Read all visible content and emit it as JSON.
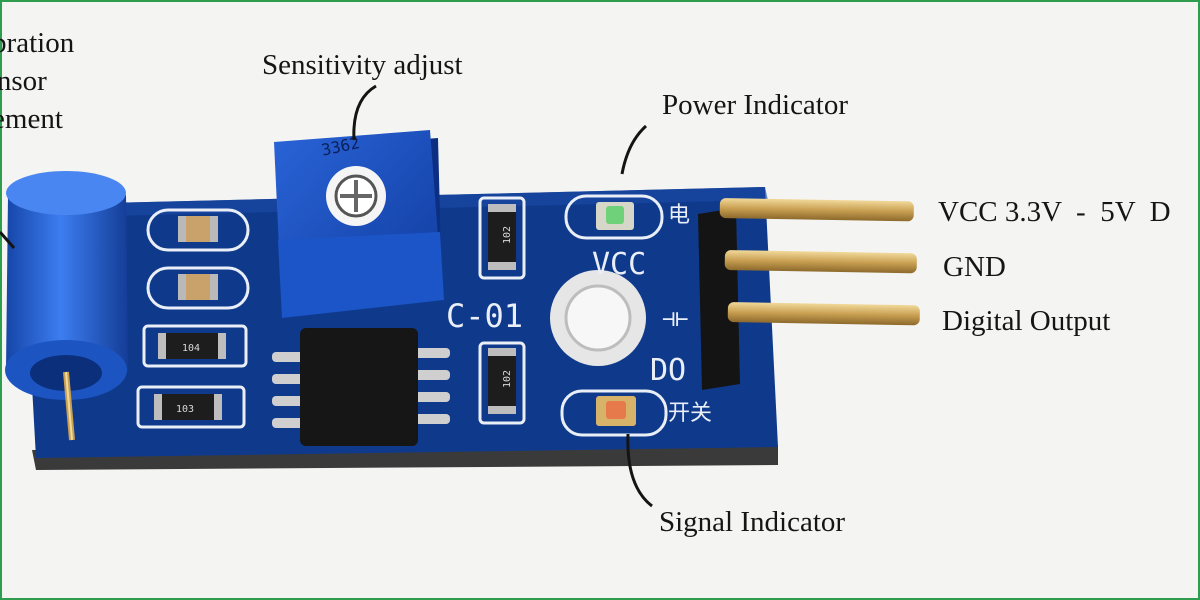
{
  "colors": {
    "pcb": "#0f3a8c",
    "pcb_dark": "#0a2a69",
    "silkscreen": "#eef2fa",
    "sensor": "#1d5fd0",
    "potentiometer": "#1648b8",
    "pin_gold": "#d7b46a",
    "border": "#2f9d4e"
  },
  "callouts": {
    "vibration": [
      "ibration",
      "ensor",
      "lement"
    ],
    "sensitivity": "Sensitivity adjust",
    "power": "Power Indicator",
    "vcc": "VCC 3.3V  -  5V  D",
    "gnd": "GND",
    "digital": "Digital Output",
    "signal": "Signal Indicator"
  },
  "silkscreen": {
    "vcc": "VCC",
    "model": "C-01",
    "do": "DO",
    "switch": "开关",
    "power_char": "电",
    "gnd_symbol": "⊣⊢"
  },
  "parts": {
    "pot_code": "3362",
    "r1": "102",
    "r2": "102",
    "r3": "103",
    "r4": "104"
  }
}
